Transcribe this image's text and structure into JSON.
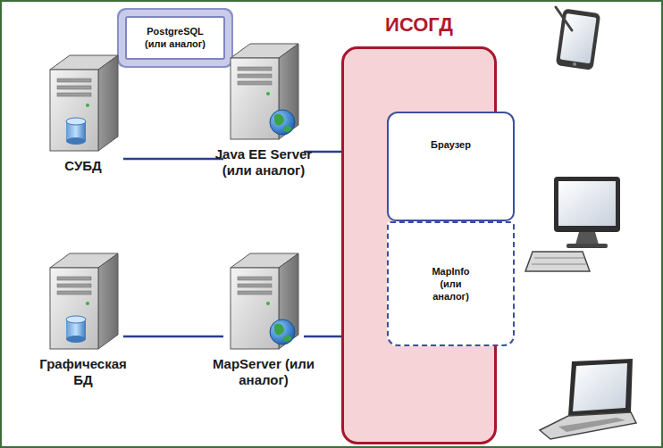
{
  "diagram": {
    "nodes": [
      {
        "text": [
          "PostgreSQL (или аналог)"
        ]
      },
      {
        "text": [
          "СУБД"
        ]
      },
      {
        "text": [
          "Java EE Server (или аналог)"
        ]
      },
      {
        "text": [
          "Графическая БД"
        ]
      },
      {
        "text": [
          "MapServer (или аналог)"
        ]
      },
      {
        "text": [
          "ИСОГД"
        ]
      },
      {
        "text": [
          "Браузер"
        ],
        "in": 5
      },
      {
        "text": [
          "MapInfo (или аналог)"
        ],
        "in": 5
      }
    ],
    "edges": [
      {
        "from": 1,
        "to": 2,
        "arrow": "none"
      },
      {
        "from": 2,
        "to": 6,
        "arrow": "none"
      },
      {
        "from": 3,
        "to": 4,
        "arrow": "none"
      },
      {
        "from": 4,
        "to": 7,
        "arrow": "none"
      }
    ]
  }
}
